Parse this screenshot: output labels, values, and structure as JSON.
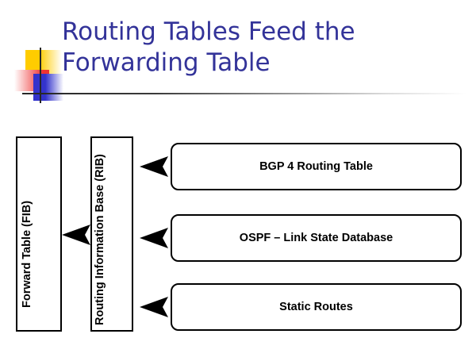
{
  "slide": {
    "title": "Routing Tables Feed the\nForwarding Table",
    "title_color": "#333399",
    "background_color": "#ffffff"
  },
  "decoration": {
    "yellow_block": "yellow-gradient-block",
    "red_block": "red-gradient-block",
    "blue_block": "blue-gradient-block",
    "vertical_rule": "vertical-rule",
    "horizontal_rule": "horizontal-gradient-rule",
    "colors": {
      "yellow": "#FFCC00",
      "red": "#EE3333",
      "blue": "#3333CC",
      "rule": "#262626"
    }
  },
  "diagram": {
    "vertical_boxes": [
      {
        "id": "fib",
        "label": "Forward Table (FIB)"
      },
      {
        "id": "rib",
        "label": "Routing Information Base (RIB)"
      }
    ],
    "source_boxes": [
      {
        "id": "bgp",
        "label": "BGP 4 Routing Table"
      },
      {
        "id": "ospf",
        "label": "OSPF – Link State Database"
      },
      {
        "id": "static",
        "label": "Static Routes"
      }
    ],
    "arrows": [
      {
        "id": "bgp-to-rib",
        "direction": "left",
        "name": "arrow-left-icon"
      },
      {
        "id": "ospf-to-rib",
        "direction": "left",
        "name": "arrow-left-icon"
      },
      {
        "id": "static-to-rib",
        "direction": "left",
        "name": "arrow-left-icon"
      },
      {
        "id": "rib-to-fib",
        "direction": "left",
        "name": "arrow-left-icon"
      }
    ]
  }
}
